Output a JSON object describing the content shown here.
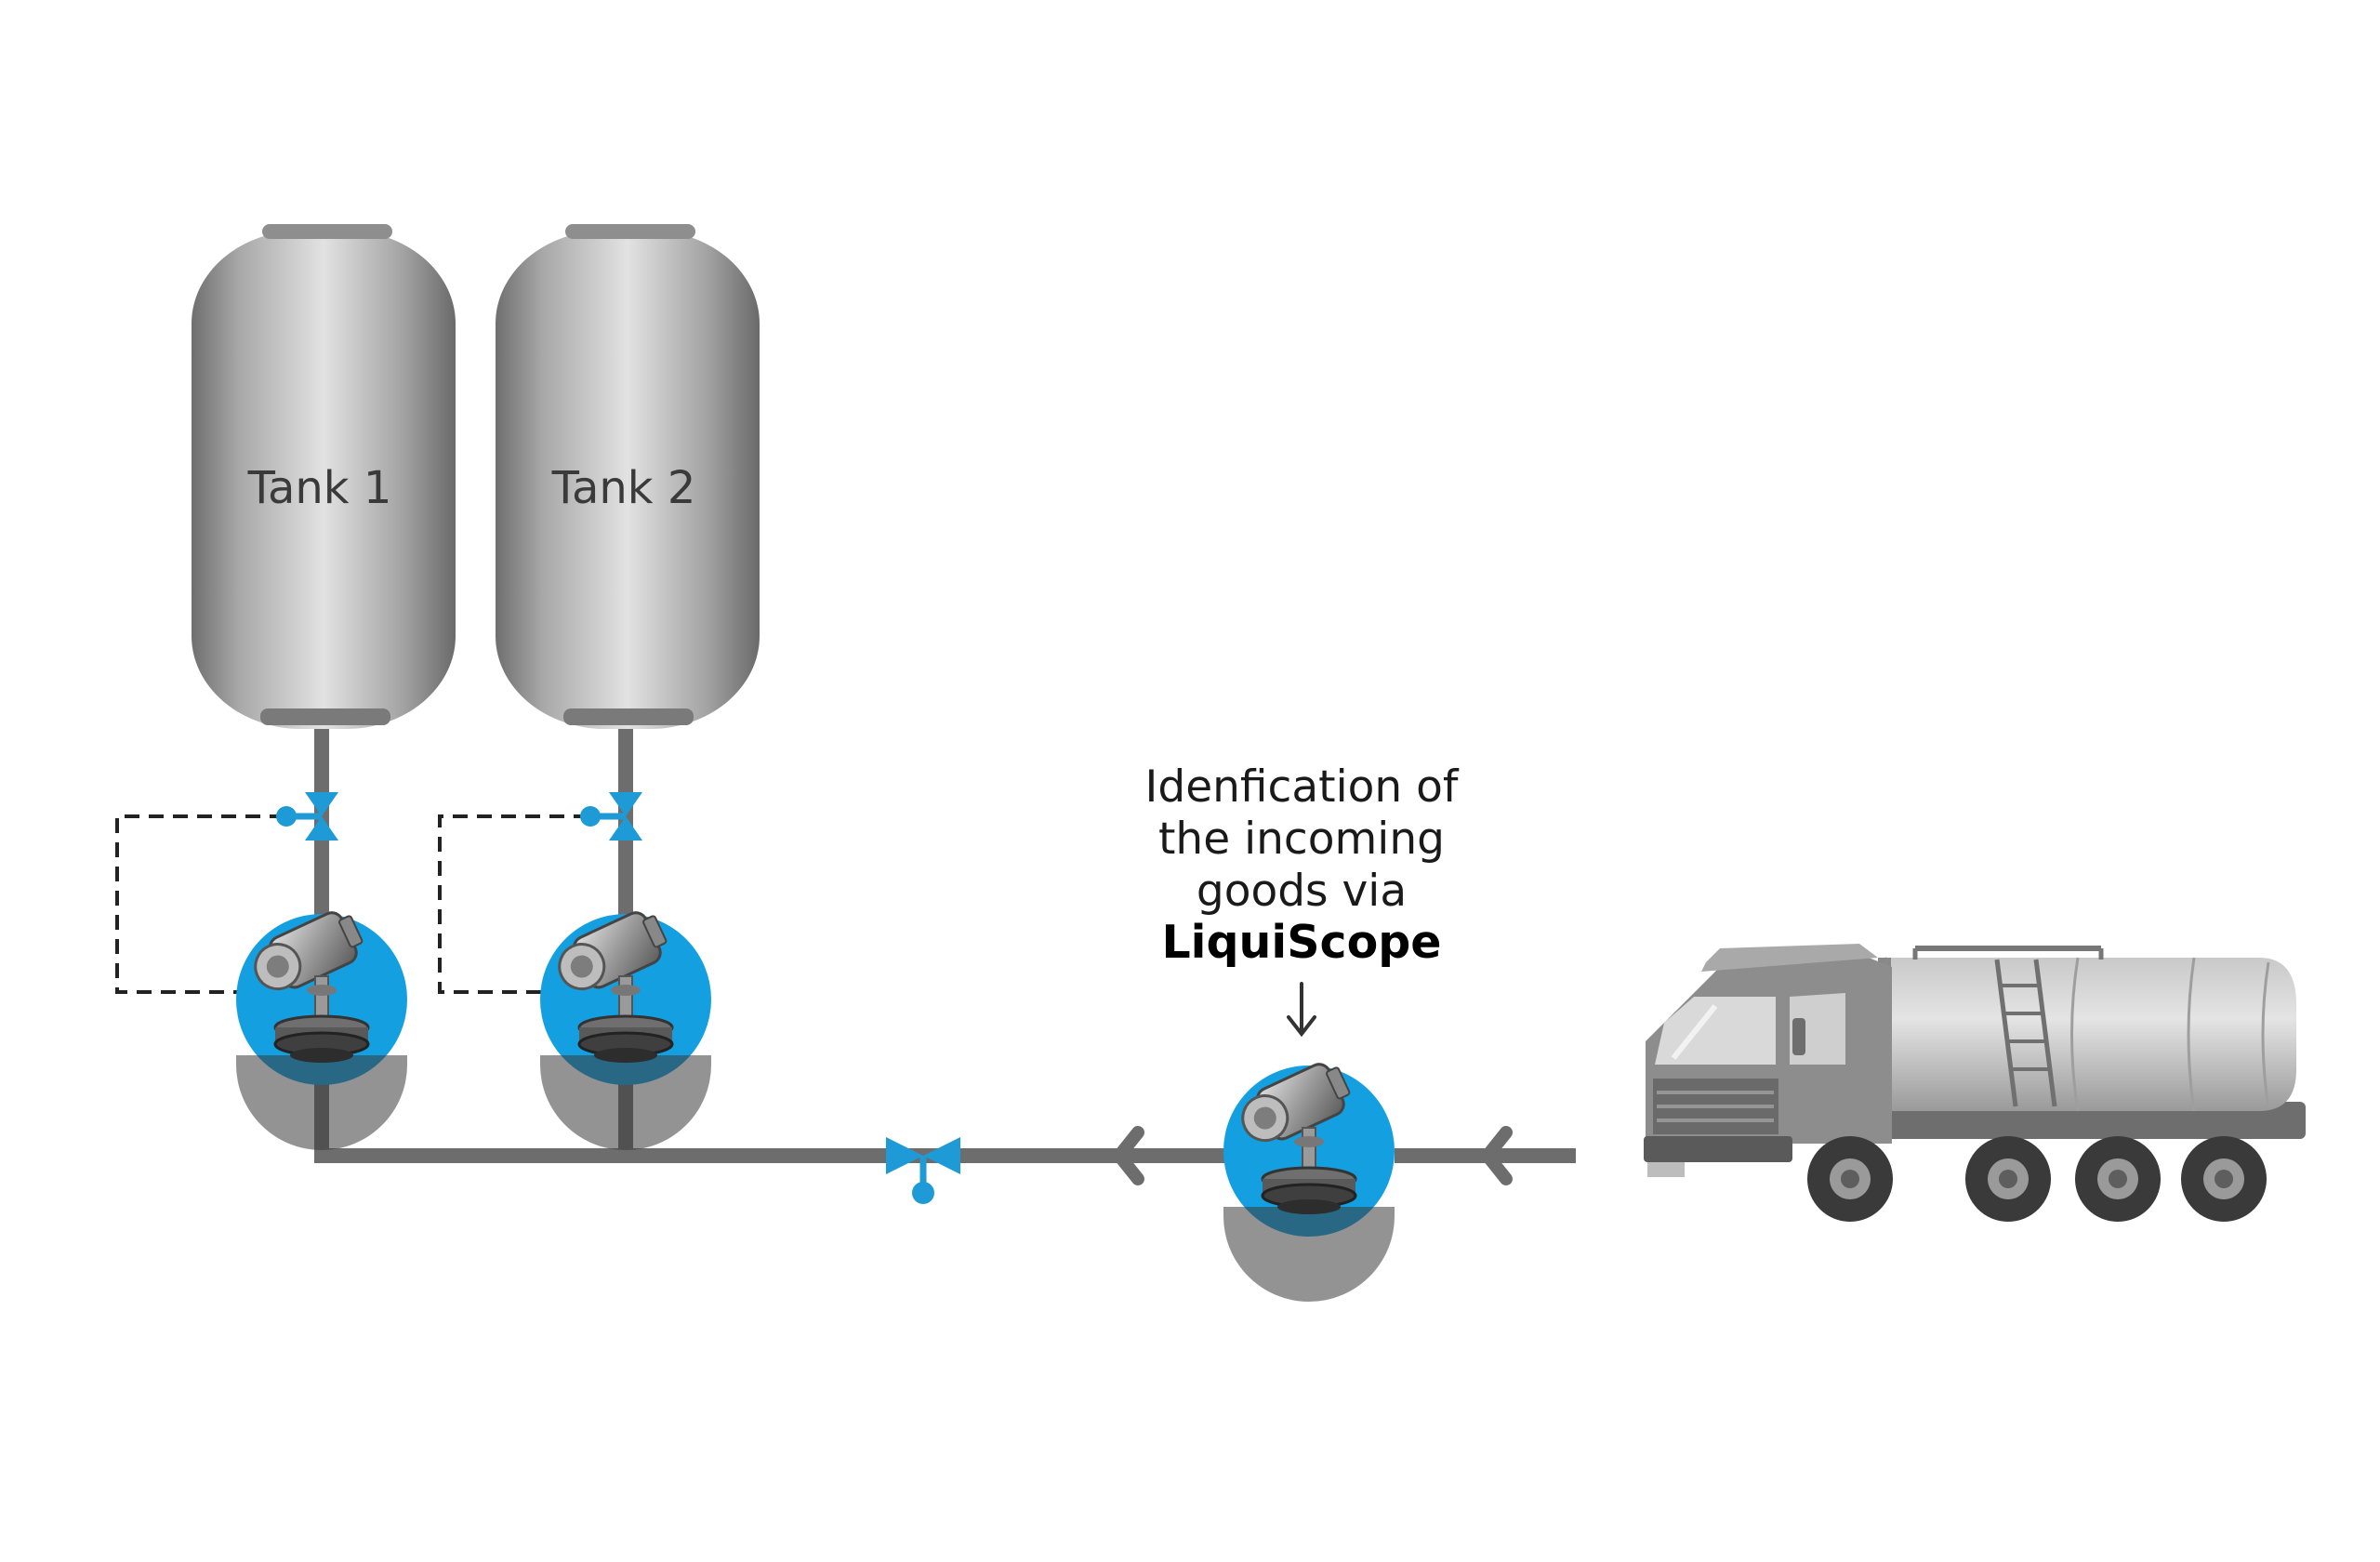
{
  "tanks": [
    {
      "label": "Tank 1"
    },
    {
      "label": "Tank 2"
    }
  ],
  "annotation": {
    "line1": "Idenfication of",
    "line2": "the incoming",
    "line3": "goods via",
    "product": "LiquiScope"
  },
  "colors": {
    "pipe": "#6d6d6d",
    "valve": "#1e9ad6",
    "sensor_circle": "#149fe0",
    "tank_dark": "#7a7a7a",
    "tank_light": "#dcdcdc",
    "truck": "#8d8d8d",
    "dashed_line": "#222222"
  },
  "icons": {
    "sensor": "liquiscope-sensor-icon",
    "valve": "valve-icon",
    "flow_arrow": "flow-arrow-icon",
    "truck": "tanker-truck-icon"
  }
}
